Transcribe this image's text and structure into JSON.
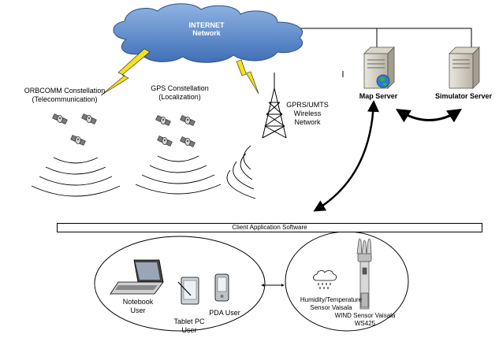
{
  "internet": {
    "line1": "INTERNET",
    "line2": "Network"
  },
  "orbcomm": {
    "line1": "ORBCOMM Constellation",
    "line2": "(Telecommunication)"
  },
  "gps": {
    "line1": "GPS Constellation",
    "line2": "(Localization)"
  },
  "gprs": {
    "line1": "GPRS/UMTS",
    "line2": "Wireless",
    "line3": "Network"
  },
  "map_server": "Map Server",
  "simulator_server": "Simulator Server",
  "client_bar": "Client Application Software",
  "notebook": {
    "line1": "Notebook",
    "line2": "User"
  },
  "tablet": {
    "line1": "Tablet PC",
    "line2": "User"
  },
  "pda": "PDA User",
  "humidity": {
    "line1": "Humidity/Temperature",
    "line2": "Sensor Vaisala"
  },
  "wind": {
    "line1": "WIND Sensor Vaisala",
    "line2": "WS425"
  },
  "icons": [
    "cloud-icon",
    "satellite-icon",
    "tower-icon",
    "server-icon",
    "globe-icon",
    "notebook-icon",
    "tablet-icon",
    "pda-icon",
    "rain-cloud-icon",
    "wind-sensor-icon"
  ]
}
